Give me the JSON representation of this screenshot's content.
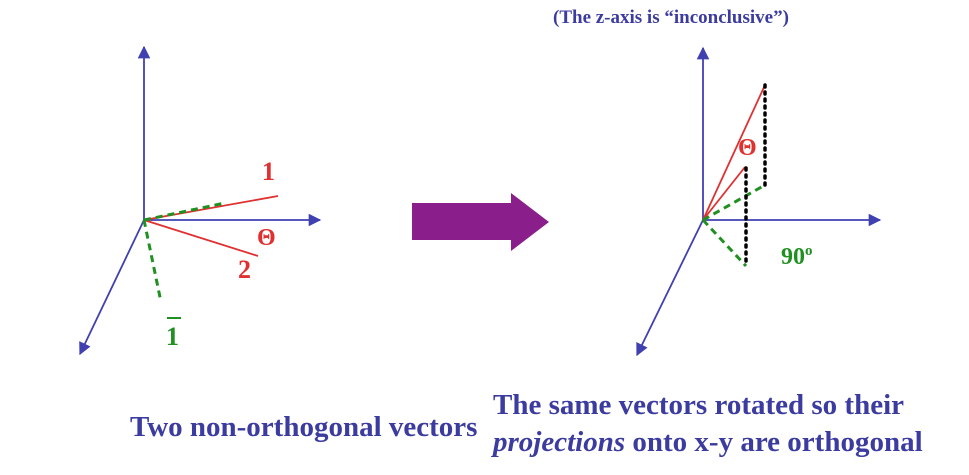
{
  "left_panel": {
    "label_vec1": "1",
    "label_theta": "Θ",
    "label_vec2": "2",
    "label_vec1_bar": "1",
    "caption": "Two non-orthogonal vectors"
  },
  "right_panel": {
    "note": "(The z-axis is “inconclusive”)",
    "label_theta": "Θ",
    "label_angle": "90",
    "label_angle_sup": "o",
    "caption_line1": "The same vectors rotated so their",
    "caption_line2_italic": "projections",
    "caption_line2_rest": " onto x-y are orthogonal"
  },
  "colors": {
    "axis": "#4040b0",
    "vector_red": "#e03030",
    "projection_green": "#209020",
    "dotted_black": "#000000",
    "arrow_purple": "#8a1e8a",
    "text_blue": "#3c3ca0"
  }
}
